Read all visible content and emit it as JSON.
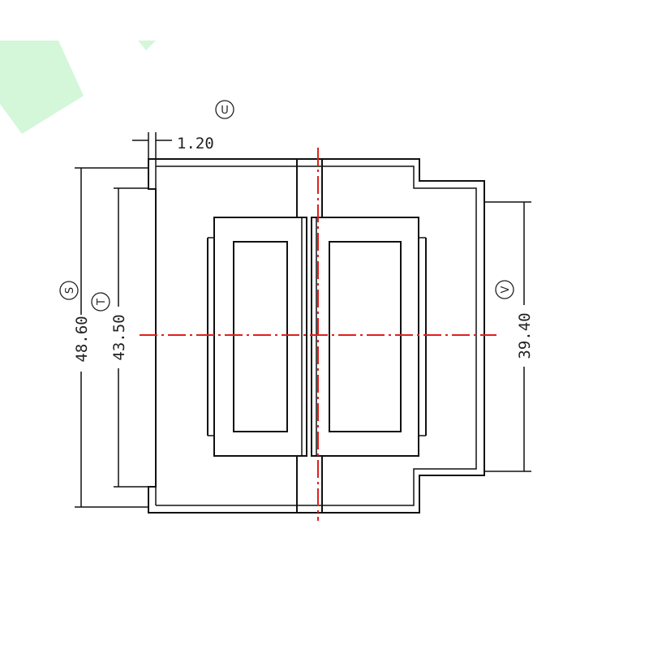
{
  "colors": {
    "outline": "#111111",
    "centerline": "#e0201c",
    "corner_decoration": "#d4f6d9"
  },
  "dimensions": {
    "wall_thickness": "1.20",
    "total_height": "48.60",
    "inner_height": "43.50",
    "right_height": "39.40"
  },
  "callouts": {
    "top_label": "U",
    "total_height_label": "S",
    "inner_height_label": "T",
    "right_height_label": "V"
  }
}
